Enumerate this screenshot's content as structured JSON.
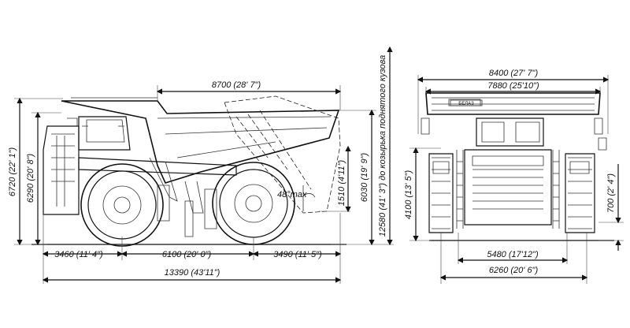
{
  "side_view": {
    "dimensions": {
      "body_length": "8700 (28' 7\")",
      "height_total": "6720 (22' 1\")",
      "height_body": "6290 (20' 8\")",
      "front_overhang": "3460 (11' 4\")",
      "wheelbase": "6100 (20' 0\")",
      "rear_overhang": "3490 (11' 5\")",
      "overall_length": "13390 (43'11\")",
      "dump_clearance": "1510 (4'11\")",
      "raised_height": "6030 (19' 9\")",
      "raised_total": "12580 (41' 3\") до козырька поднятого кузова",
      "dump_angle": "48°max"
    }
  },
  "front_view": {
    "brand": "БЕЛАЗ",
    "dimensions": {
      "overall_width": "8400 (27' 7\")",
      "body_width": "7880 (25'10\")",
      "deck_height": "4100 (13' 5\")",
      "ground_clearance": "700 (2' 4\")",
      "rear_track": "5480 (17'12\")",
      "front_track": "6260 (20' 6\")"
    }
  }
}
